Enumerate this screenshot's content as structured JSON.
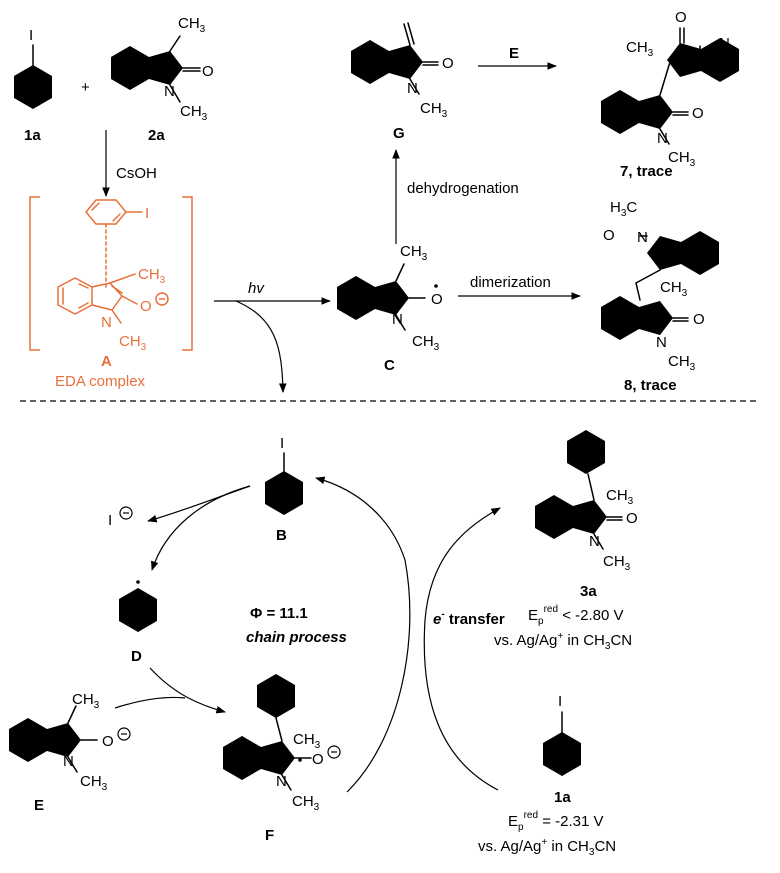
{
  "compounds": {
    "c1a_top": {
      "id": "1a",
      "atom": "I"
    },
    "c2a": {
      "id": "2a",
      "me3": "CH",
      "me3s": "3",
      "n": "N",
      "nme": "CH",
      "nmes": "3",
      "o": "O"
    },
    "plus": "+",
    "cA": {
      "id": "A",
      "caption": "EDA complex",
      "atom": "I",
      "me": "CH",
      "mes": "3",
      "n": "N",
      "nme": "CH",
      "nmes": "3",
      "o": "O"
    },
    "cG": {
      "id": "G",
      "n": "N",
      "nme": "CH",
      "nmes": "3",
      "o": "O"
    },
    "c7": {
      "id": "7, trace",
      "me": "CH",
      "mes": "3",
      "n1": "N",
      "n2": "N",
      "nme": "CH",
      "nmes": "3",
      "o1": "O",
      "o2": "O"
    },
    "cC": {
      "id": "C",
      "me": "CH",
      "mes": "3",
      "n": "N",
      "nme": "CH",
      "nmes": "3",
      "o": "O"
    },
    "c8": {
      "id": "8, trace",
      "h3c": "H",
      "h3cs": "3",
      "h3c_c": "C",
      "me": "CH",
      "mes": "3",
      "n1": "N",
      "n2": "N",
      "nme": "CH",
      "nmes": "3",
      "o1": "O",
      "o2": "O"
    },
    "cB": {
      "id": "B",
      "atom": "I"
    },
    "cD": {
      "id": "D"
    },
    "cE": {
      "id": "E",
      "me": "CH",
      "mes": "3",
      "n": "N",
      "nme": "CH",
      "nmes": "3",
      "o": "O"
    },
    "cF": {
      "id": "F",
      "me": "CH",
      "mes": "3",
      "n": "N",
      "nme": "CH",
      "nmes": "3",
      "o": "O"
    },
    "c3a": {
      "id": "3a",
      "me": "CH",
      "mes": "3",
      "n": "N",
      "nme": "CH",
      "nmes": "3",
      "o": "O"
    },
    "c1a_bot": {
      "id": "1a",
      "atom": "I"
    }
  },
  "labels": {
    "csoh": "CsOH",
    "hv": "hv",
    "dehydrogenation": "dehydrogenation",
    "dimerization": "dimerization",
    "e_step": "E",
    "iodide": "I",
    "phi": "Φ = 11.1",
    "chain": "chain process",
    "etransfer_e": "e",
    "etransfer_sup": "-",
    "etransfer_rest": " transfer"
  },
  "potentials": {
    "p3a": {
      "E": "E",
      "sub": "p",
      "sup": "red",
      "value": " < -2.80 V",
      "ref1": "vs. Ag/Ag",
      "refsup": "+",
      "ref2": " in CH",
      "refsub": "3",
      "ref3": "CN"
    },
    "p1a": {
      "E": "E",
      "sub": "p",
      "sup": "red",
      "value": " = -2.31 V",
      "ref1": "vs. Ag/Ag",
      "refsup": "+",
      "ref2": " in CH",
      "refsub": "3",
      "ref3": "CN"
    }
  },
  "colors": {
    "eda": "#e8703a",
    "ink": "#000000"
  }
}
